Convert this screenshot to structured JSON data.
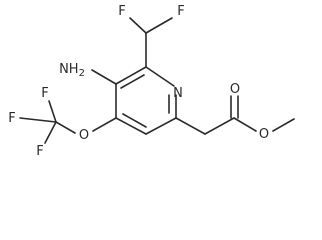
{
  "molecule": {
    "labels": {
      "F1": "F",
      "F2": "F",
      "NH2": "NH2",
      "N": "N",
      "O_carbonyl": "O",
      "O_ester": "O",
      "O_ether": "O",
      "F3": "F",
      "F4": "F",
      "F5": "F"
    }
  },
  "colors": {
    "bond": "#2a2a2a",
    "text": "#2a2a2a",
    "background": "#ffffff"
  }
}
